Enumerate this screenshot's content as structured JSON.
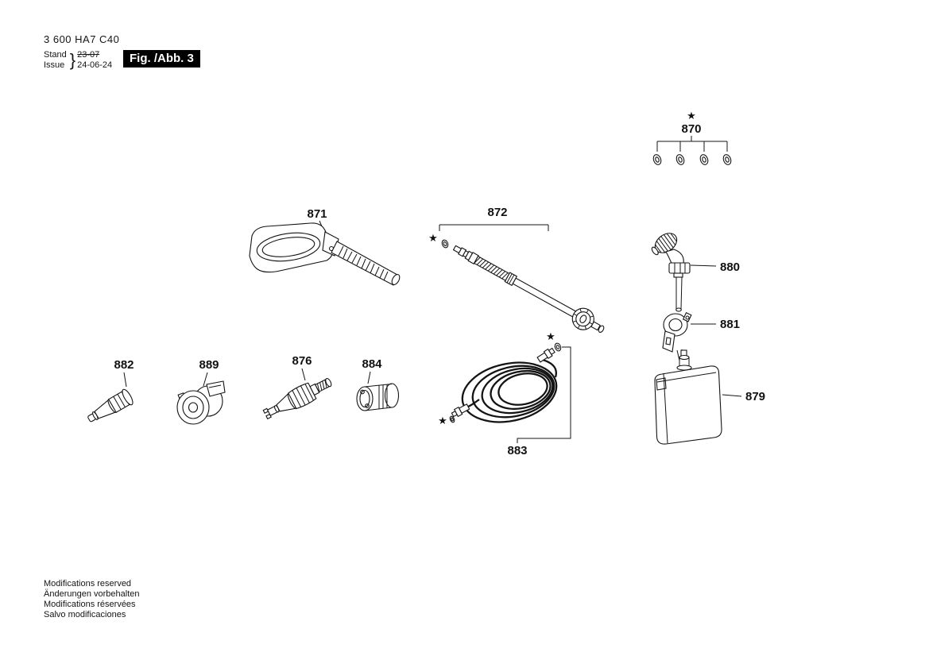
{
  "doc": {
    "part_number": "3 600 HA7 C40",
    "stand_label": "Stand",
    "issue_label": "Issue",
    "brace": "}",
    "old_date": "23-07",
    "new_date": "24-06-24",
    "figure_label": "Fig. /Abb. 3"
  },
  "legal": [
    "Modifications reserved",
    "Änderungen vorbehalten",
    "Modifications réservées",
    "Salvo modificaciones"
  ],
  "marker": "★",
  "parts": {
    "p870": "870",
    "p871": "871",
    "p872": "872",
    "p876": "876",
    "p879": "879",
    "p880": "880",
    "p881": "881",
    "p882": "882",
    "p883": "883",
    "p884": "884",
    "p889": "889"
  },
  "colors": {
    "ink": "#141414",
    "paper": "#ffffff"
  }
}
